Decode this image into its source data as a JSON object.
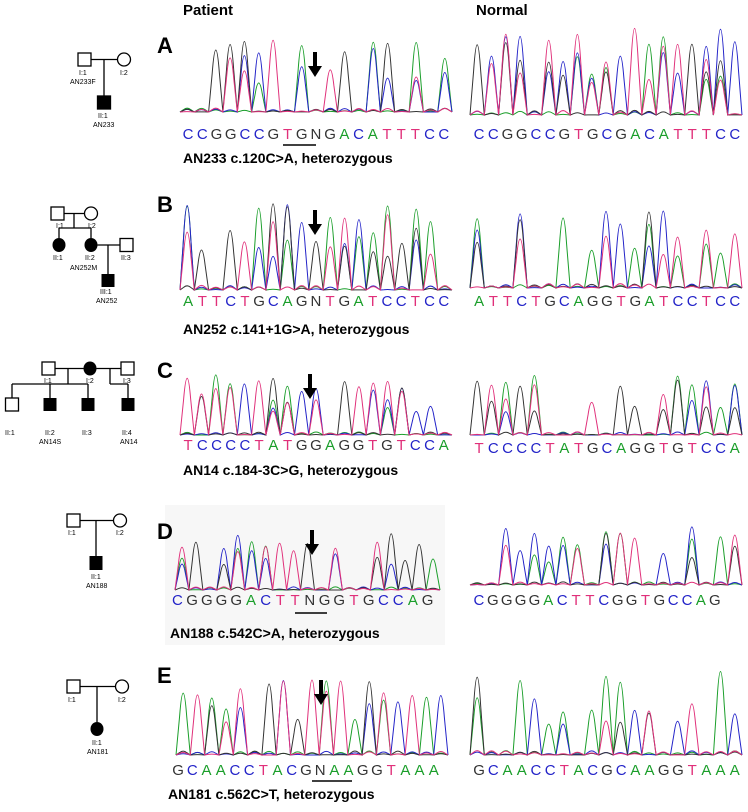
{
  "headers": {
    "patient": "Patient",
    "normal": "Normal"
  },
  "colors": {
    "A": "#1a9e2a",
    "C": "#2323c8",
    "G": "#333333",
    "T": "#e0307a",
    "N": "#333333"
  },
  "panels": [
    {
      "label": "A",
      "caption": "AN233 c.120C>A, heterozygous",
      "patient_seq": "CCGGCCGTGNGACATTTCC",
      "normal_seq": "CCGGCCGTGCGACATTTCC",
      "pedigree": {
        "father": "I:1",
        "father_id": "AN233F",
        "mother": "I:2",
        "child": "II:1",
        "child_id": "AN233"
      }
    },
    {
      "label": "B",
      "caption": "AN252 c.141+1G>A, heterozygous",
      "patient_seq": "ATTCTGCAGNTGATCCTCC",
      "normal_seq": "ATTCTGCAGGTGATCCTCC",
      "pedigree": {
        "gp1": "I:1",
        "gp2": "I:2",
        "aunt": "II:1",
        "mother": "II:2",
        "mother_id": "AN252M",
        "father": "II:3",
        "child": "III:1",
        "child_id": "AN252"
      }
    },
    {
      "label": "C",
      "caption": "AN14 c.184-3C>G, heterozygous",
      "patient_seq": "TCCCCTATGGAGGTGTCCA",
      "normal_seq": "TCCCCTATGCAGGTGTCCA",
      "pedigree": {
        "f1": "I:1",
        "mother": "I:2",
        "f3": "I:3",
        "c1": "II:1",
        "c2": "II:2",
        "c2_id": "AN14S",
        "c3": "II:3",
        "c4": "II:4",
        "c4_id": "AN14"
      }
    },
    {
      "label": "D",
      "caption": "AN188 c.542C>A, heterozygous",
      "patient_seq": "CGGGGACTTNGGTGCCAG",
      "normal_seq": "CGGGGACTTCGGTGCCAG",
      "pedigree": {
        "father": "I:1",
        "mother": "I:2",
        "child": "II:1",
        "child_id": "AN188"
      }
    },
    {
      "label": "E",
      "caption": "AN181 c.562C>T, heterozygous",
      "patient_seq": "GCAACCTACGNAAGGTAAA",
      "normal_seq": "GCAACCTACGCAAGGTAAA",
      "pedigree": {
        "father": "I:1",
        "mother": "I:2",
        "child": "II:1",
        "child_id": "AN181"
      }
    }
  ]
}
